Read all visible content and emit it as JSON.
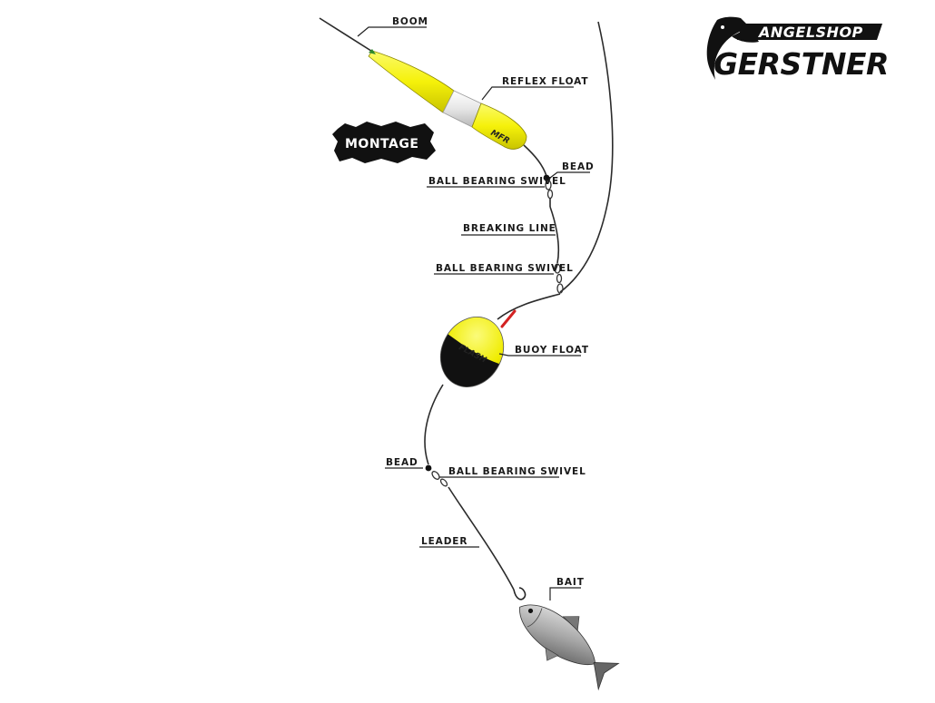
{
  "logo": {
    "top": "ANGELSHOP",
    "main": "GERSTNER"
  },
  "badge": "MONTAGE",
  "float_brand": "MFR",
  "buoy_brand": "FLASH",
  "labels": {
    "boom": "BOOM",
    "reflex_float": "REFLEX FLOAT",
    "bead_top": "BEAD",
    "ball_bearing_swivel_1": "BALL BEARING SWIVEL",
    "breaking_line": "BREAKING LINE",
    "ball_bearing_swivel_2": "BALL BEARING SWIVEL",
    "buoy_float": "BUOY FLOAT",
    "bead_bottom": "BEAD",
    "ball_bearing_swivel_3": "BALL BEARING SWIVEL",
    "leader": "LEADER",
    "bait": "BAIT"
  },
  "colors": {
    "float_yellow": "#f5f10a",
    "float_black": "#111111",
    "rod_tip": "#d32222"
  }
}
